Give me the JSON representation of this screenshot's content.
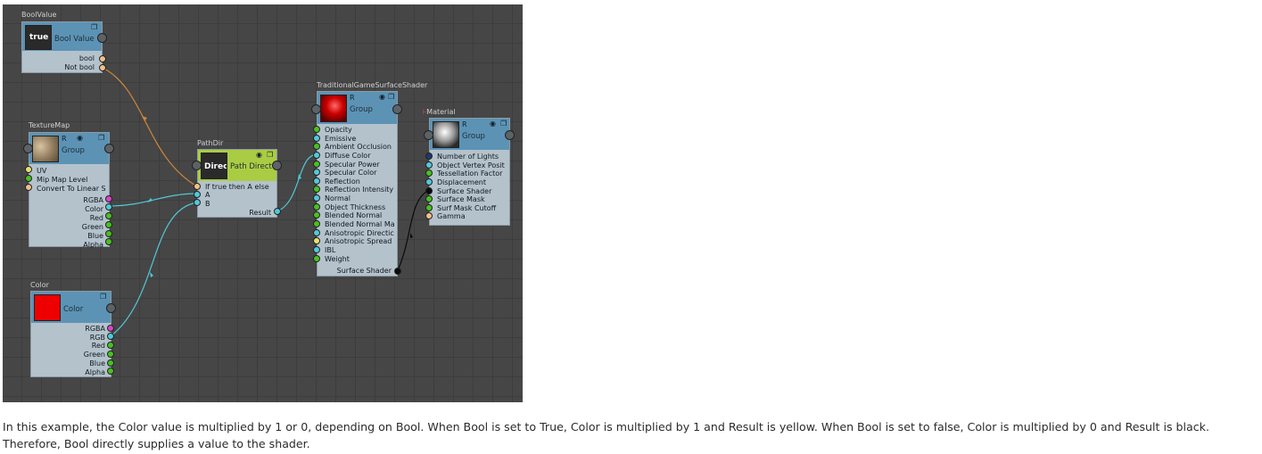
{
  "nodes": {
    "bool_value": {
      "title": "BoolValue",
      "thumb_text": "true",
      "head_label": "Bool Value",
      "outputs": [
        "bool",
        "Not bool"
      ]
    },
    "texture_map": {
      "title": "TextureMap",
      "head_r": "R",
      "head_label": "Group",
      "inputs": [
        "UV",
        "Mip Map Level",
        "Convert To Linear S"
      ],
      "outputs": [
        "RGBA",
        "Color",
        "Red",
        "Green",
        "Blue",
        "Alpha"
      ]
    },
    "color": {
      "title": "Color",
      "head_label": "Color",
      "outputs": [
        "RGBA",
        "RGB",
        "Red",
        "Green",
        "Blue",
        "Alpha"
      ]
    },
    "path_dir": {
      "title": "PathDir",
      "thumb_text": "Direc",
      "head_label": "Path Direct",
      "inputs": [
        "If true then A else",
        "A",
        "B"
      ],
      "output": "Result"
    },
    "shader": {
      "title": "TraditionalGameSurfaceShader",
      "head_r": "R",
      "head_label": "Group",
      "inputs": [
        "Opacity",
        "Emissive",
        "Ambient Occlusion",
        "Diffuse Color",
        "Specular Power",
        "Specular Color",
        "Reflection",
        "Reflection Intensity",
        "Normal",
        "Object Thickness",
        "Blended Normal",
        "Blended Normal Ma",
        "Anisotropic Directic",
        "Anisotropic Spread",
        "IBL",
        "Weight"
      ],
      "output": "Surface Shader"
    },
    "material": {
      "title": "Material",
      "head_r": "R",
      "head_label": "Group",
      "inputs": [
        "Number of Lights",
        "Object Vertex Posit",
        "Tessellation Factor",
        "Displacement",
        "Surface Shader",
        "Surface Mask",
        "Surf Mask Cutoff",
        "Gamma"
      ]
    }
  },
  "icons": {
    "eye": "◉",
    "copy": "❐"
  },
  "colors": {
    "header_blue": "#5c93b5",
    "header_green": "#aacc44",
    "wire_bool": "#d08838",
    "wire_color": "#52c8d8",
    "wire_shader": "#0a0a0a"
  },
  "caption": "In this example, the Color value is multiplied by 1 or 0, depending on Bool. When Bool is set to True, Color is multiplied by 1 and Result is yellow. When Bool is set to false, Color is multiplied by 0 and Result is black. Therefore, Bool directly supplies a value to the shader."
}
